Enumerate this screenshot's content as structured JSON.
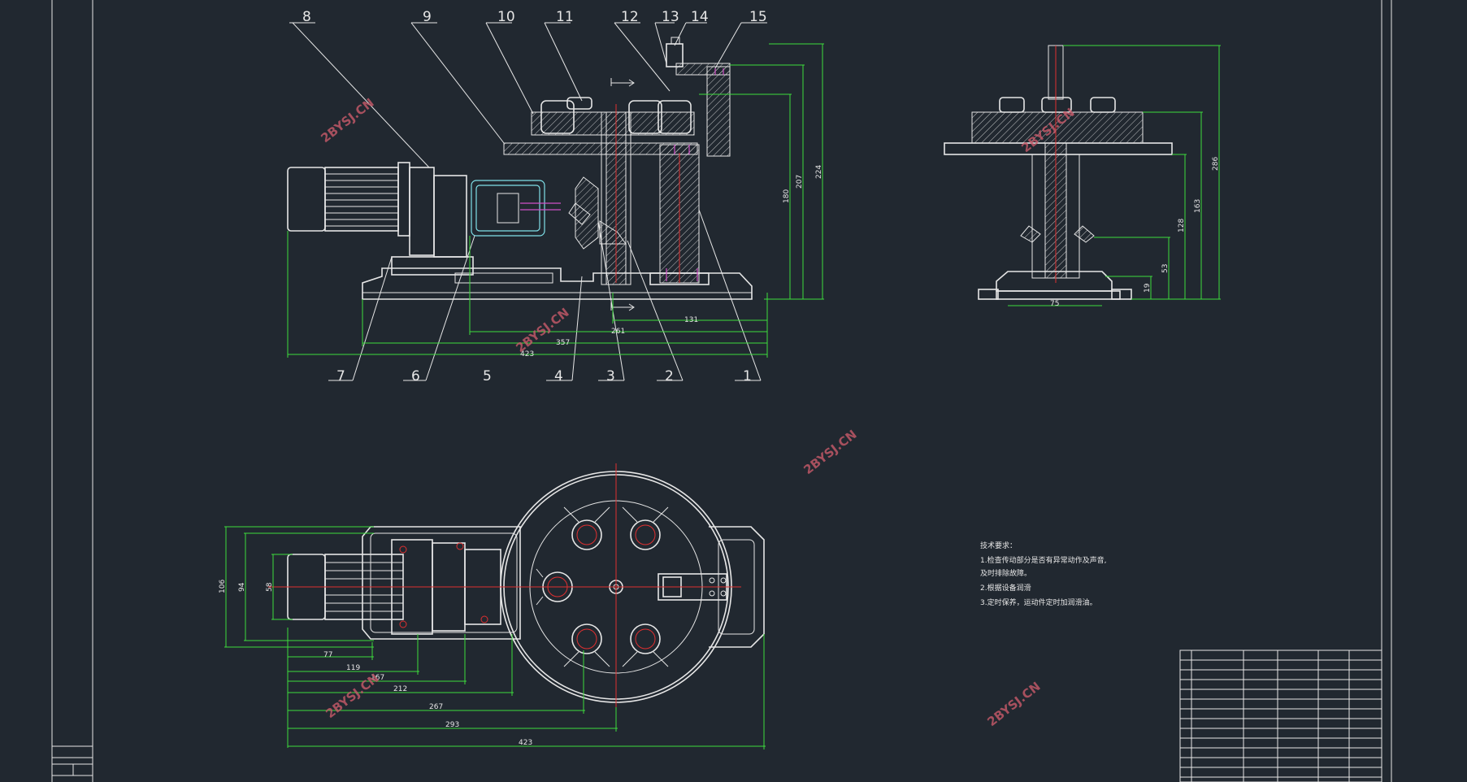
{
  "balloons": {
    "b1": "1",
    "b2": "2",
    "b3": "3",
    "b4": "4",
    "b5": "5",
    "b6": "6",
    "b7": "7",
    "b8": "8",
    "b9": "9",
    "b10": "10",
    "b11": "11",
    "b12": "12",
    "b13": "13",
    "b14": "14",
    "b15": "15"
  },
  "dims": {
    "d131": "131",
    "d261": "261",
    "d357": "357",
    "d423a": "423",
    "d180": "180",
    "d207": "207",
    "d224": "224",
    "d286": "286",
    "d163": "163",
    "d128": "128",
    "d53": "53",
    "d19": "19",
    "d75": "75",
    "d106": "106",
    "d94": "94",
    "d58": "58",
    "d77": "77",
    "d119": "119",
    "d167": "167",
    "d212": "212",
    "d267": "267",
    "d293": "293",
    "d423b": "423"
  },
  "watermark": "2BYSJ.CN",
  "tech_notes": {
    "title": "技术要求：",
    "n1": "1.检查传动部分是否有异常动作及声音,",
    "n1b": "及时排除故障。",
    "n2": "2.根据设备润滑",
    "n3": "3.定时保养，运动件定时加润滑油。"
  },
  "colors": {
    "background": "#212830",
    "line": "#e6e6e6",
    "dimension": "#3ddc3d",
    "center": "#e03030"
  }
}
